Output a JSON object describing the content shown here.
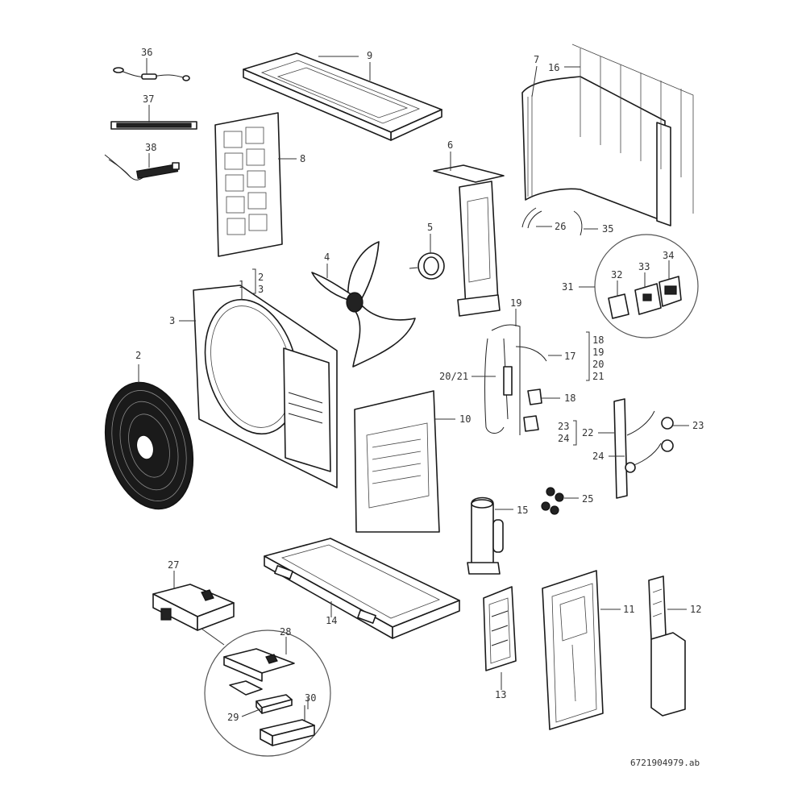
{
  "drawing_number": "6721904979.ab",
  "labels": {
    "p1": "1",
    "p2": "2",
    "p3": "3",
    "p4": "4",
    "p5": "5",
    "p6": "6",
    "p7": "7",
    "p8": "8",
    "p9": "9",
    "p10": "10",
    "p11": "11",
    "p12": "12",
    "p13": "13",
    "p14": "14",
    "p15": "15",
    "p16": "16",
    "p17": "17",
    "p18": "18",
    "p20_21": "20/21",
    "p19": "19",
    "p22": "22",
    "p23": "23",
    "p24": "24",
    "p25": "25",
    "p26": "26",
    "p27": "27",
    "p28": "28",
    "p29": "29",
    "p30": "30",
    "p31": "31",
    "p32": "32",
    "p33": "33",
    "p34": "34",
    "p35": "35",
    "p36": "36",
    "p37": "37",
    "p38": "38"
  },
  "groups": {
    "g1": [
      "2",
      "3"
    ],
    "g17": [
      "18",
      "19",
      "20",
      "21"
    ],
    "g22": [
      "23",
      "24"
    ]
  }
}
